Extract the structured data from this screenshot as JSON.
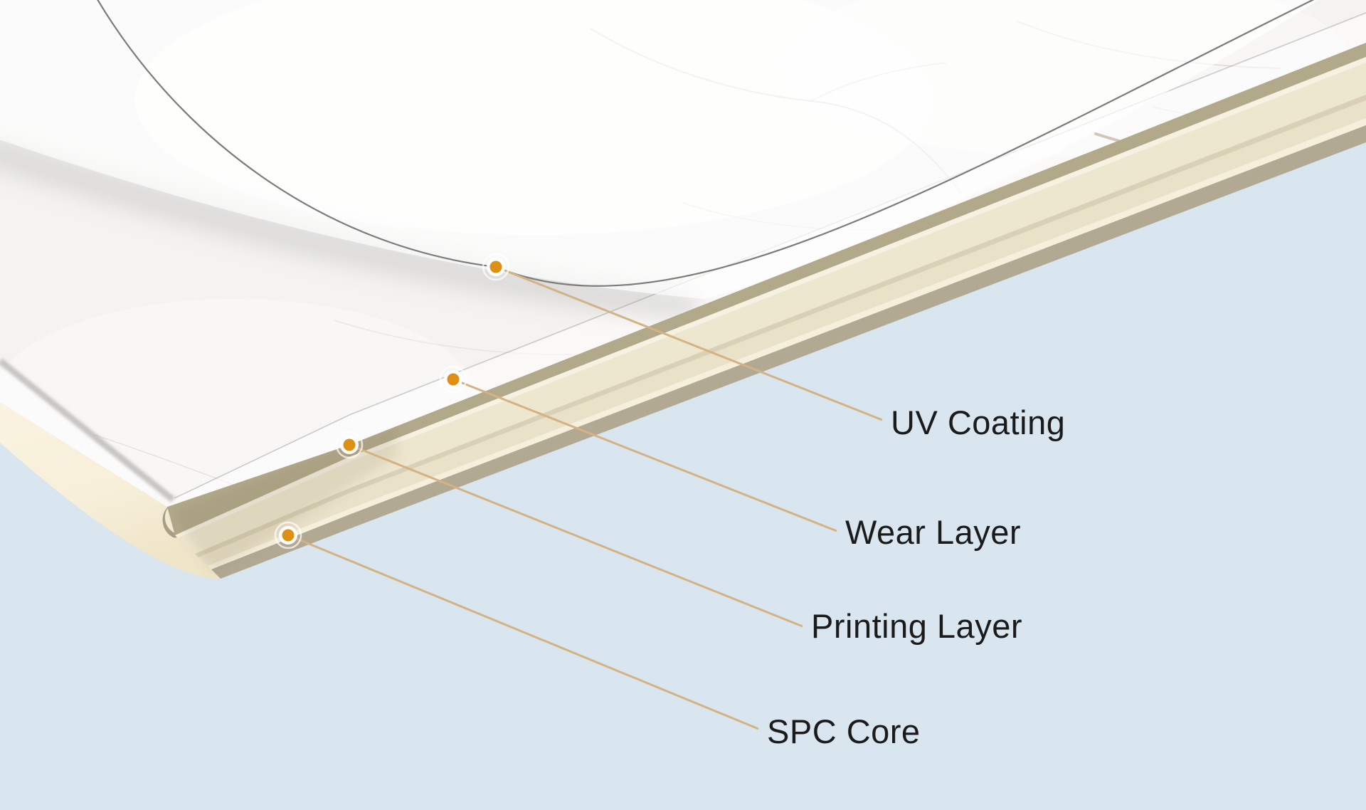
{
  "layers": [
    {
      "label": "UV Coating"
    },
    {
      "label": "Wear Layer"
    },
    {
      "label": "Printing Layer"
    },
    {
      "label": "SPC Core"
    }
  ],
  "colors": {
    "background": "#d9e6ef",
    "callout_line": "#d4b284",
    "marker_dot": "#dd9014",
    "label_text": "#1b1b1b",
    "peel_edge_line": "#7c7c7c",
    "plank_edge_khaki": "#b2a98b",
    "plank_edge_cream": "#eee7cf",
    "plank_edge_gray": "#b2a993",
    "plank_end_face": "#f8f0db"
  }
}
